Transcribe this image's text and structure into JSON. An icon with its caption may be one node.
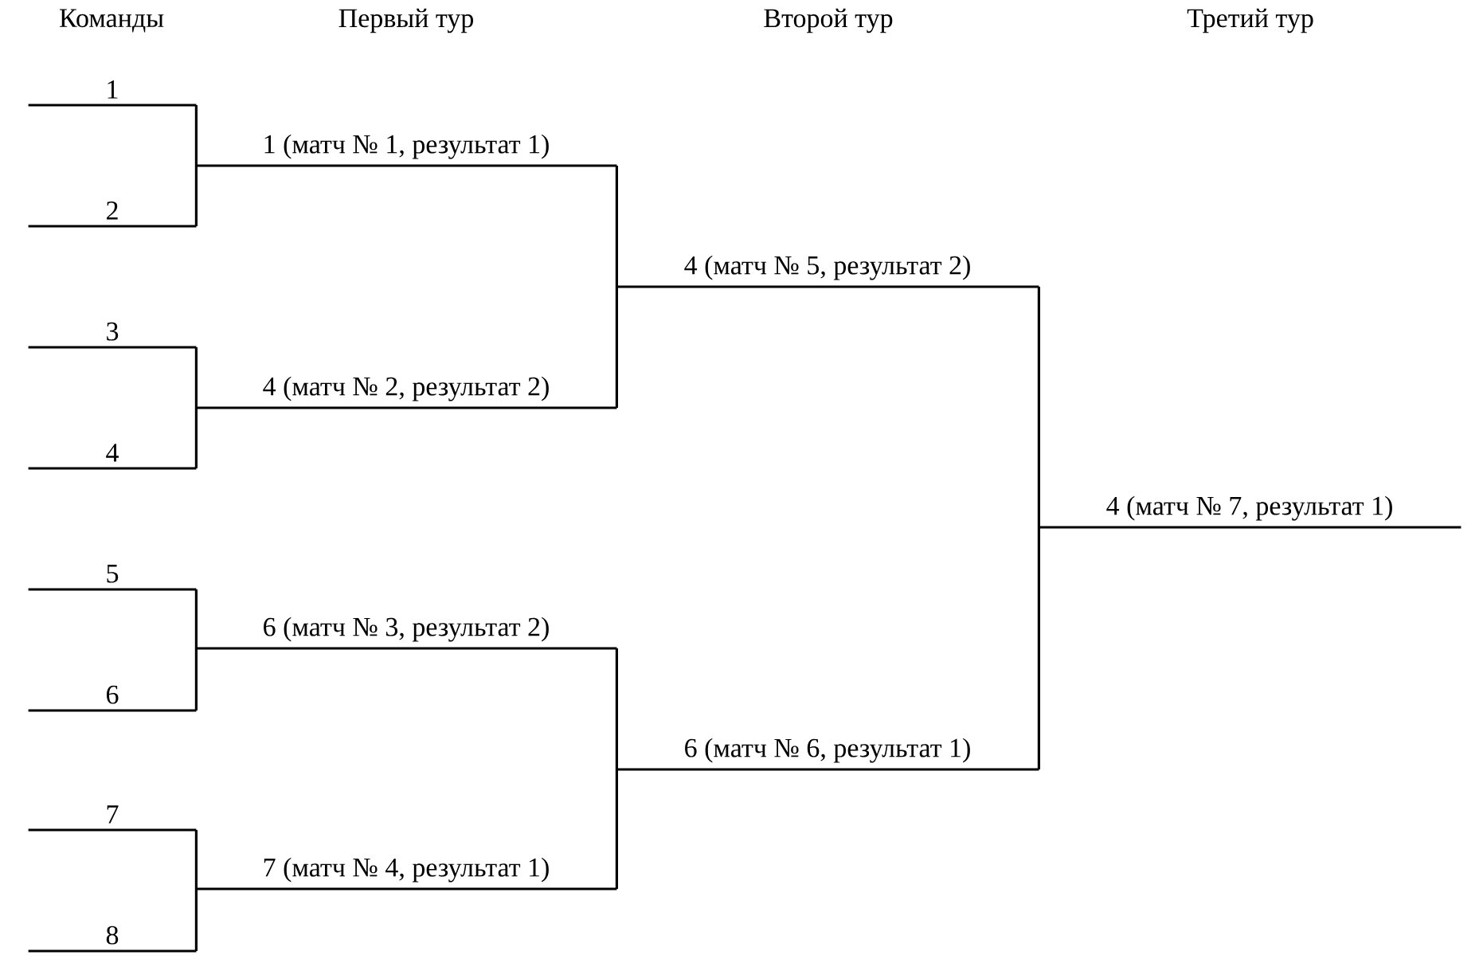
{
  "diagram": {
    "nodes": [
      {
        "text": [
          "1"
        ]
      },
      {
        "text": [
          "2"
        ]
      },
      {
        "text": [
          "3"
        ]
      },
      {
        "text": [
          "4"
        ]
      },
      {
        "text": [
          "5"
        ]
      },
      {
        "text": [
          "6"
        ]
      },
      {
        "text": [
          "7"
        ]
      },
      {
        "text": [
          "8"
        ]
      },
      {
        "text": [
          "1 (матч № 1, результат 1)"
        ]
      },
      {
        "text": [
          "4 (матч № 2, результат 2)"
        ]
      },
      {
        "text": [
          "6 (матч № 3, результат 2)"
        ]
      },
      {
        "text": [
          "7 (матч № 4, результат 1)"
        ]
      },
      {
        "text": [
          "4 (матч № 5, результат 2)"
        ]
      },
      {
        "text": [
          "6 (матч № 6, результат 1)"
        ]
      },
      {
        "text": [
          "4 (матч № 7, результат 1)"
        ]
      }
    ],
    "edges": [
      {
        "from": 0,
        "to": 8,
        "arrow": "none"
      },
      {
        "from": 1,
        "to": 8,
        "arrow": "none"
      },
      {
        "from": 2,
        "to": 9,
        "arrow": "none"
      },
      {
        "from": 3,
        "to": 9,
        "arrow": "none"
      },
      {
        "from": 4,
        "to": 10,
        "arrow": "none"
      },
      {
        "from": 5,
        "to": 10,
        "arrow": "none"
      },
      {
        "from": 6,
        "to": 11,
        "arrow": "none"
      },
      {
        "from": 7,
        "to": 11,
        "arrow": "none"
      },
      {
        "from": 8,
        "to": 12,
        "arrow": "none"
      },
      {
        "from": 9,
        "to": 12,
        "arrow": "none"
      },
      {
        "from": 10,
        "to": 13,
        "arrow": "none"
      },
      {
        "from": 11,
        "to": 13,
        "arrow": "none"
      },
      {
        "from": 12,
        "to": 14,
        "arrow": "none"
      },
      {
        "from": 13,
        "to": 14,
        "arrow": "none"
      }
    ],
    "labels": [
      "Команды",
      "Первый тур",
      "Второй тур",
      "Третий тур"
    ]
  }
}
